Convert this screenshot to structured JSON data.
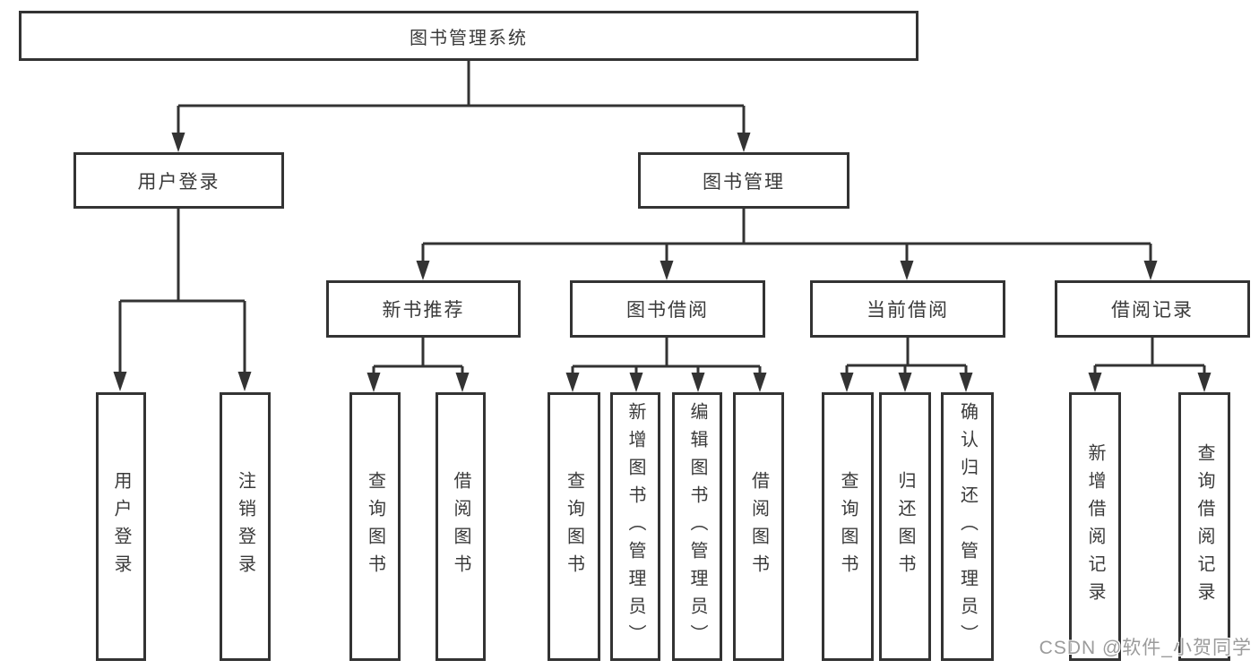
{
  "tree": {
    "label": "图书管理系统",
    "children": [
      {
        "label": "用户登录",
        "children": [
          {
            "label": "用户登录"
          },
          {
            "label": "注销登录"
          }
        ]
      },
      {
        "label": "图书管理",
        "children": [
          {
            "label": "新书推荐",
            "children": [
              {
                "label": "查询图书"
              },
              {
                "label": "借阅图书"
              }
            ]
          },
          {
            "label": "图书借阅",
            "children": [
              {
                "label": "查询图书"
              },
              {
                "label": "新增图书（管理员）"
              },
              {
                "label": "编辑图书（管理员）"
              },
              {
                "label": "借阅图书"
              }
            ]
          },
          {
            "label": "当前借阅",
            "children": [
              {
                "label": "查询图书"
              },
              {
                "label": "归还图书"
              },
              {
                "label": "确认归还（管理员）"
              }
            ]
          },
          {
            "label": "借阅记录",
            "children": [
              {
                "label": "新增借阅记录"
              },
              {
                "label": "查询借阅记录"
              }
            ]
          }
        ]
      }
    ]
  },
  "colors": {
    "line": "#333333",
    "text": "#3a3a3a",
    "watermark": "#9b9b9b"
  },
  "watermark": "CSDN @软件_小贺同学"
}
